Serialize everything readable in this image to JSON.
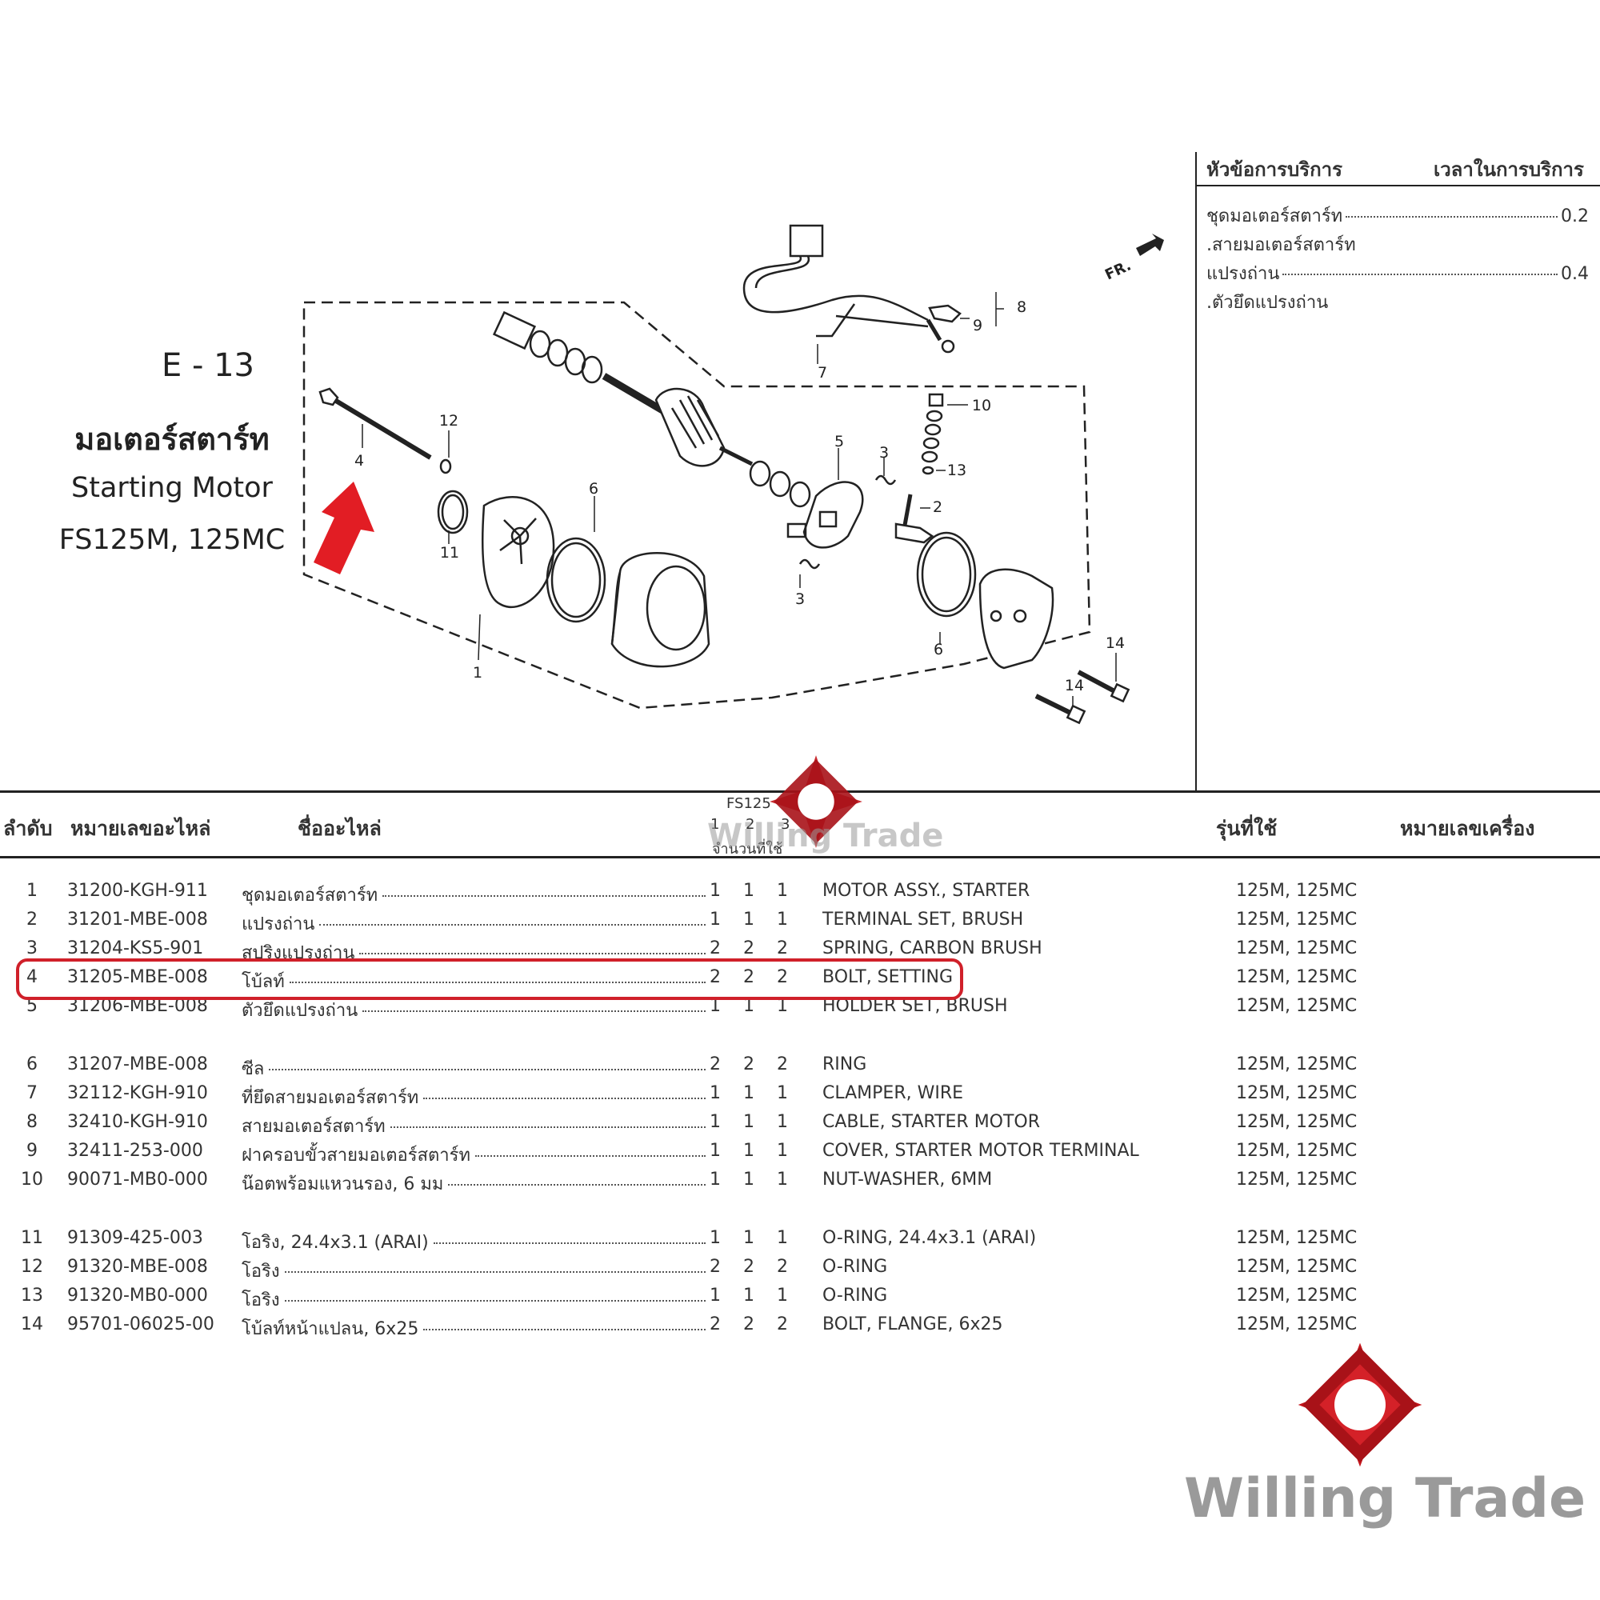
{
  "service": {
    "header_left": "หัวข้อการบริการ",
    "header_right": "เวลาในการบริการ",
    "rows": [
      {
        "label": "ชุดมอเตอร์สตาร์ท",
        "time": "0.2"
      },
      {
        "label": ".สายมอเตอร์สตาร์ท",
        "time": ""
      },
      {
        "label": "แปรงถ่าน",
        "time": "0.4"
      },
      {
        "label": ".ตัวยึดแปรงถ่าน",
        "time": ""
      }
    ]
  },
  "section": {
    "code": "E - 13",
    "title_th": "มอเตอร์สตาร์ท",
    "title_en": "Starting Motor",
    "models": "FS125M, 125MC"
  },
  "diagram": {
    "fr_label": "FR.",
    "callouts": [
      "1",
      "2",
      "3",
      "3",
      "4",
      "5",
      "6",
      "6",
      "7",
      "8",
      "9",
      "10",
      "11",
      "12",
      "13",
      "14",
      "14"
    ]
  },
  "table": {
    "headers": {
      "no": "ลำดับ",
      "part_no": "หมายเลขอะไหล่",
      "name": "ชื่ออะไหล่",
      "model_group": "FS125",
      "qty_cols": [
        "1",
        "2",
        "3"
      ],
      "qty_label": "จำนวนที่ใช้",
      "models": "รุ่นที่ใช้",
      "engine_no": "หมายเลขเครื่อง"
    },
    "rows": [
      {
        "no": "1",
        "part_no": "31200-KGH-911",
        "name_th": "ชุดมอเตอร์สตาร์ท",
        "q1": "1",
        "q2": "1",
        "q3": "1",
        "name_en": "MOTOR ASSY., STARTER",
        "models": "125M, 125MC"
      },
      {
        "no": "2",
        "part_no": "31201-MBE-008",
        "name_th": "แปรงถ่าน",
        "q1": "1",
        "q2": "1",
        "q3": "1",
        "name_en": "TERMINAL SET, BRUSH",
        "models": "125M, 125MC"
      },
      {
        "no": "3",
        "part_no": "31204-KS5-901",
        "name_th": "สปริงแปรงถ่าน",
        "q1": "2",
        "q2": "2",
        "q3": "2",
        "name_en": "SPRING, CARBON BRUSH",
        "models": "125M, 125MC"
      },
      {
        "no": "4",
        "part_no": "31205-MBE-008",
        "name_th": "โบ้ลท์",
        "q1": "2",
        "q2": "2",
        "q3": "2",
        "name_en": "BOLT, SETTING",
        "models": "125M, 125MC",
        "highlighted": true
      },
      {
        "no": "5",
        "part_no": "31206-MBE-008",
        "name_th": "ตัวยึดแปรงถ่าน",
        "q1": "1",
        "q2": "1",
        "q3": "1",
        "name_en": "HOLDER SET, BRUSH",
        "models": "125M, 125MC"
      },
      {
        "no": "6",
        "part_no": "31207-MBE-008",
        "name_th": "ซีล",
        "q1": "2",
        "q2": "2",
        "q3": "2",
        "name_en": "RING",
        "models": "125M, 125MC"
      },
      {
        "no": "7",
        "part_no": "32112-KGH-910",
        "name_th": "ที่ยึดสายมอเตอร์สตาร์ท",
        "q1": "1",
        "q2": "1",
        "q3": "1",
        "name_en": "CLAMPER, WIRE",
        "models": "125M, 125MC"
      },
      {
        "no": "8",
        "part_no": "32410-KGH-910",
        "name_th": "สายมอเตอร์สตาร์ท",
        "q1": "1",
        "q2": "1",
        "q3": "1",
        "name_en": "CABLE, STARTER MOTOR",
        "models": "125M, 125MC"
      },
      {
        "no": "9",
        "part_no": "32411-253-000",
        "name_th": "ฝาครอบขั้วสายมอเตอร์สตาร์ท",
        "q1": "1",
        "q2": "1",
        "q3": "1",
        "name_en": "COVER, STARTER MOTOR TERMINAL",
        "models": "125M, 125MC"
      },
      {
        "no": "10",
        "part_no": "90071-MB0-000",
        "name_th": "น๊อตพร้อมแหวนรอง, 6 มม",
        "q1": "1",
        "q2": "1",
        "q3": "1",
        "name_en": "NUT-WASHER, 6MM",
        "models": "125M, 125MC"
      },
      {
        "no": "11",
        "part_no": "91309-425-003",
        "name_th": "โอริง, 24.4x3.1 (ARAI)",
        "q1": "1",
        "q2": "1",
        "q3": "1",
        "name_en": "O-RING, 24.4x3.1 (ARAI)",
        "models": "125M, 125MC"
      },
      {
        "no": "12",
        "part_no": "91320-MBE-008",
        "name_th": "โอริง",
        "q1": "2",
        "q2": "2",
        "q3": "2",
        "name_en": "O-RING",
        "models": "125M, 125MC"
      },
      {
        "no": "13",
        "part_no": "91320-MB0-000",
        "name_th": "โอริง",
        "q1": "1",
        "q2": "1",
        "q3": "1",
        "name_en": "O-RING",
        "models": "125M, 125MC"
      },
      {
        "no": "14",
        "part_no": "95701-06025-00",
        "name_th": "โบ้ลท์หน้าแปลน, 6x25",
        "q1": "2",
        "q2": "2",
        "q3": "2",
        "name_en": "BOLT, FLANGE, 6x25",
        "models": "125M, 125MC"
      }
    ]
  },
  "watermark": {
    "text": "Willing Trade"
  },
  "colors": {
    "accent_red": "#d0202a",
    "watermark_gray": "#9a9a9a"
  }
}
